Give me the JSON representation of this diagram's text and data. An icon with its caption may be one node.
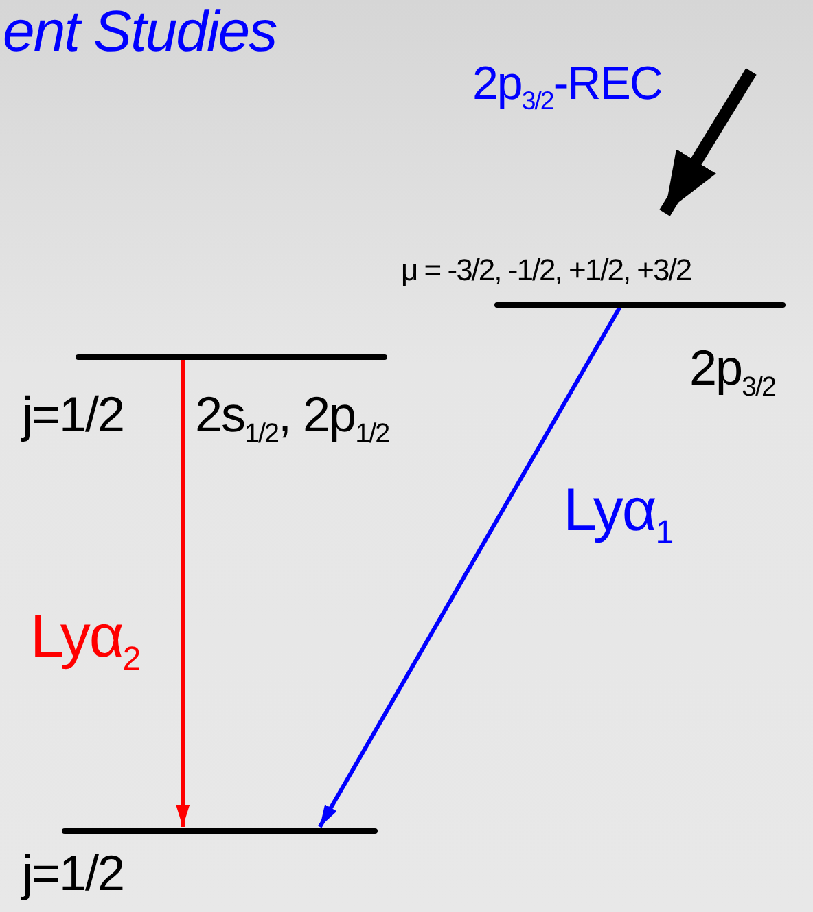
{
  "diagram": {
    "title": "ent Studies",
    "nodes": [
      {
        "text": [],
        "shape": "bar",
        "beside": [
          "j=1/2",
          "2s$_{1/2}$, 2p$_{1/2}$"
        ]
      },
      {
        "text": [],
        "shape": "bar",
        "beside": [
          "μ = -3/2, -1/2, +1/2, +3/2",
          "2p$_{3/2}$"
        ]
      },
      {
        "text": [],
        "shape": "bar",
        "beside": [
          "j=1/2"
        ]
      }
    ],
    "edges": [
      {
        "from": 0,
        "to": 2,
        "arrow": "to",
        "label": "Lyα$_{2}$",
        "color": "#ff0000"
      },
      {
        "from": 1,
        "to": 2,
        "arrow": "to",
        "label": "Lyα$_{1}$",
        "color": "#0000ff"
      },
      {
        "from": null,
        "to": 1,
        "arrow": "to",
        "label": "2p$_{3/2}$-REC",
        "style": "thick",
        "color": "#000000"
      }
    ]
  }
}
